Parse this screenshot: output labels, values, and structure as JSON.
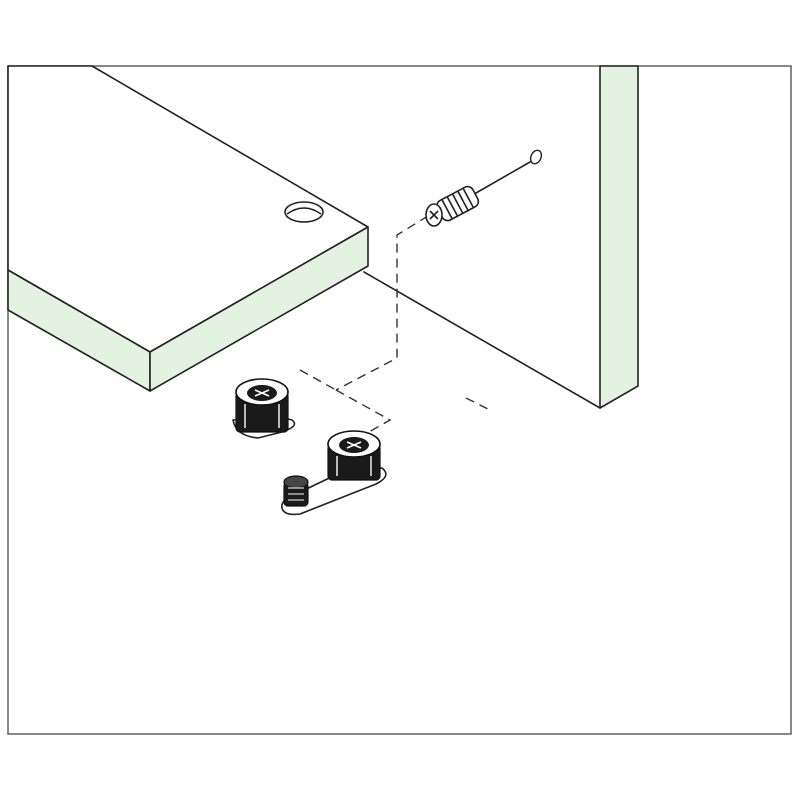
{
  "diagram": {
    "colors": {
      "panel_edge": "#e4f3e1",
      "line": "#222222",
      "background": "#ffffff"
    },
    "parts": [
      "shelf-panel",
      "side-panel",
      "connector-bolt",
      "cam-connector-housing",
      "cam-connector-with-shelf-support"
    ]
  }
}
